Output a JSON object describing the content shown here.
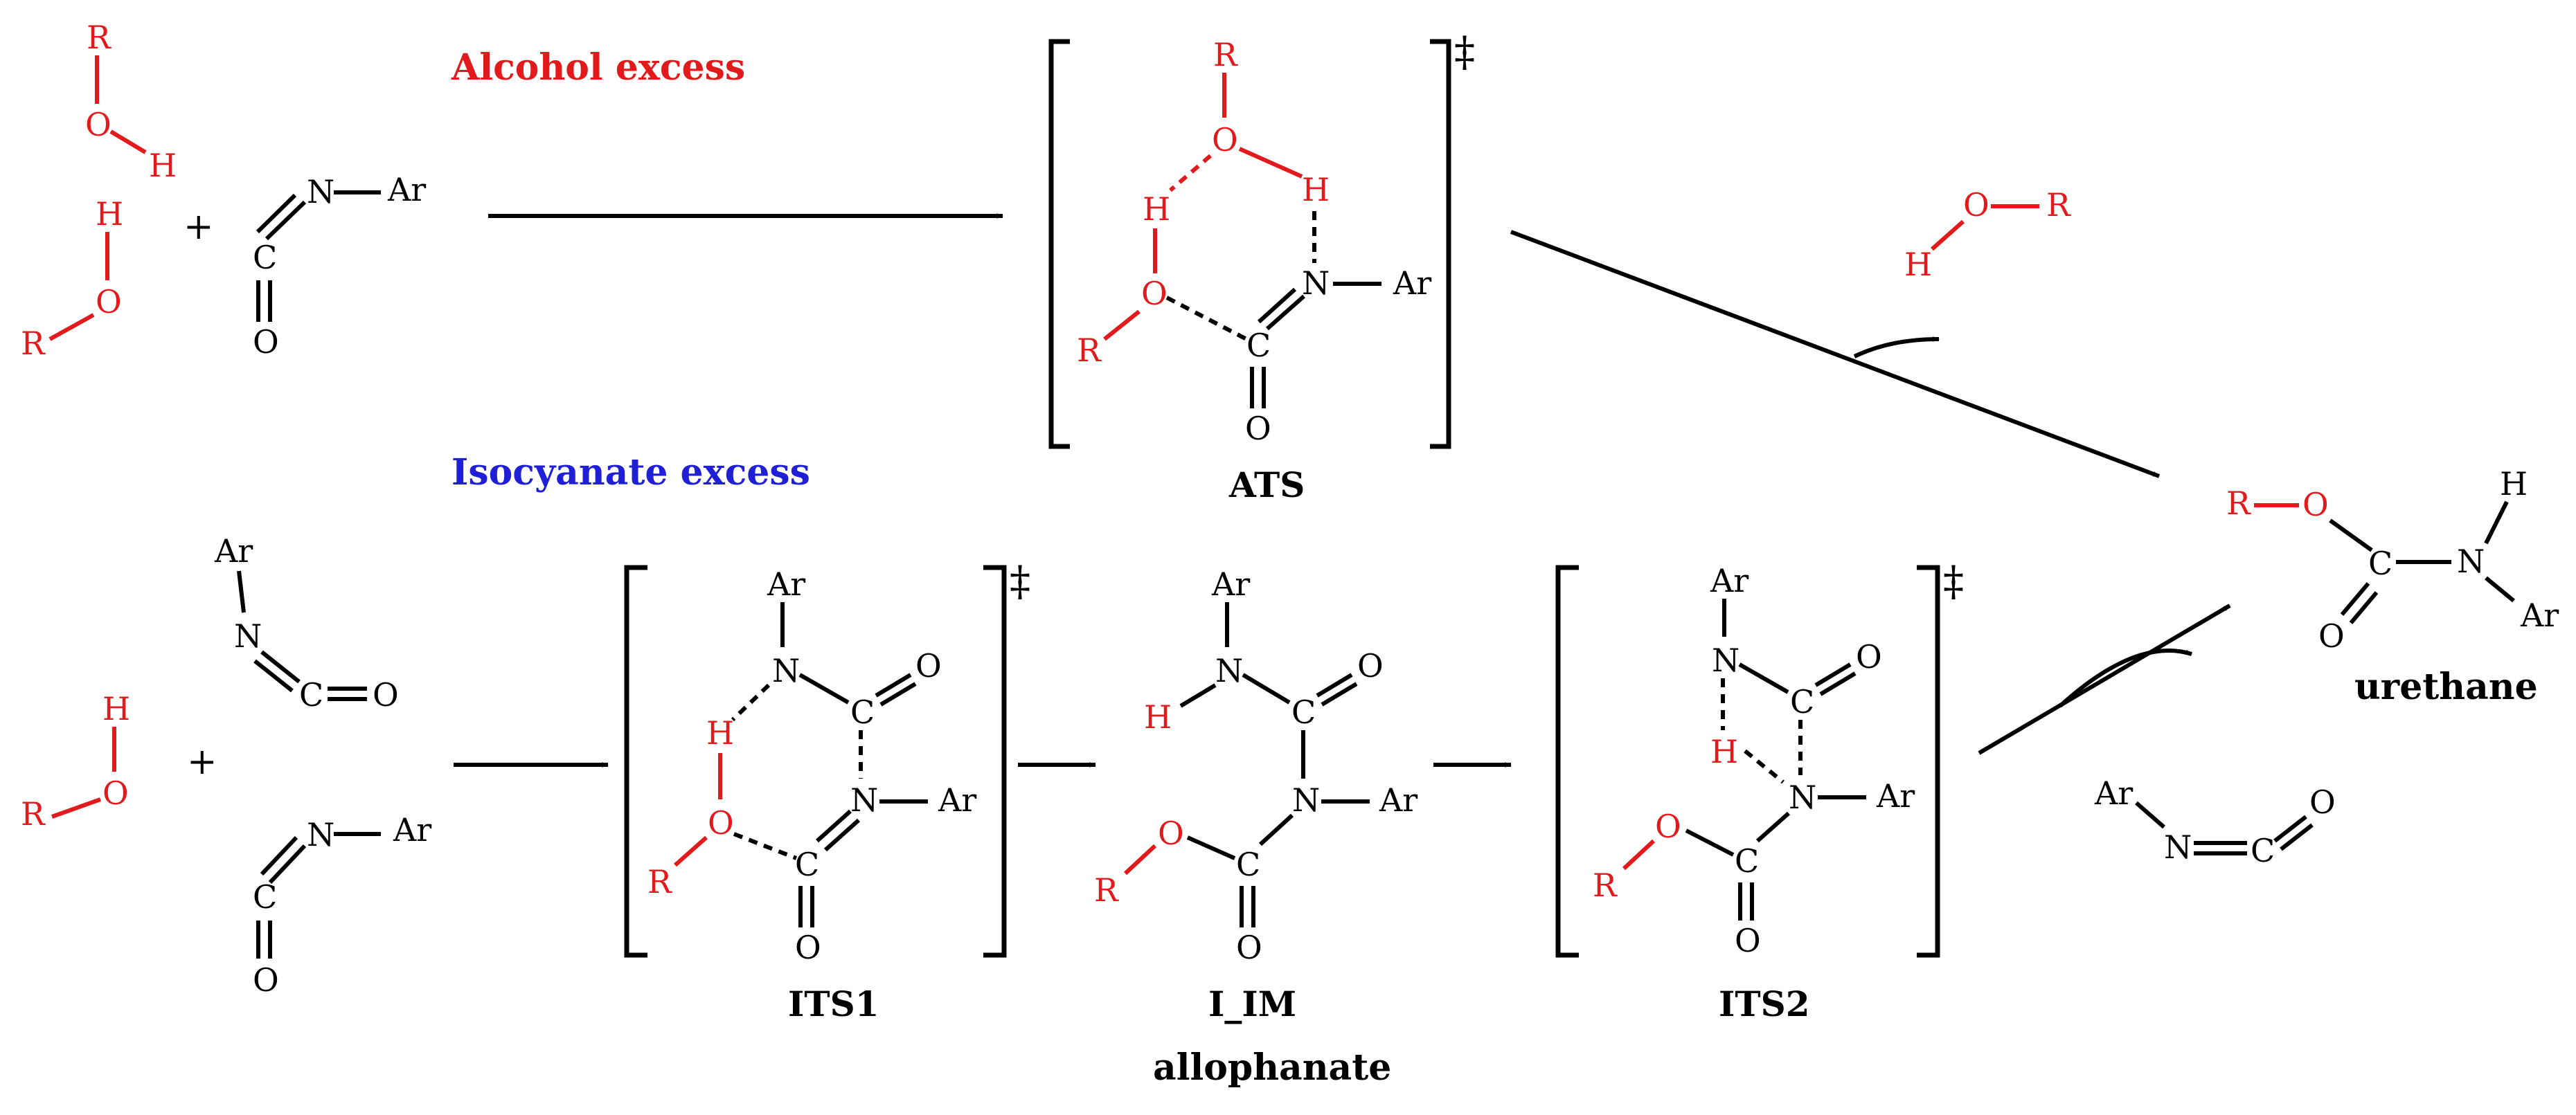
{
  "labels": {
    "alcohol_excess": "Alcohol excess",
    "isocyanate_excess": "Isocyanate excess",
    "ats": "ATS",
    "its1": "ITS1",
    "i_im": "I_IM",
    "allophanate": "allophanate",
    "its2": "ITS2",
    "urethane": "urethane"
  },
  "symbols": {
    "plus": "+",
    "double_dagger": "‡"
  },
  "atoms": {
    "R": "R",
    "O": "O",
    "H": "H",
    "N": "N",
    "C": "C",
    "Ar": "Ar"
  },
  "colors": {
    "alcohol": "#e31a1c",
    "isocyanate_excess_label": "#1f1fd6",
    "default": "#000000"
  }
}
